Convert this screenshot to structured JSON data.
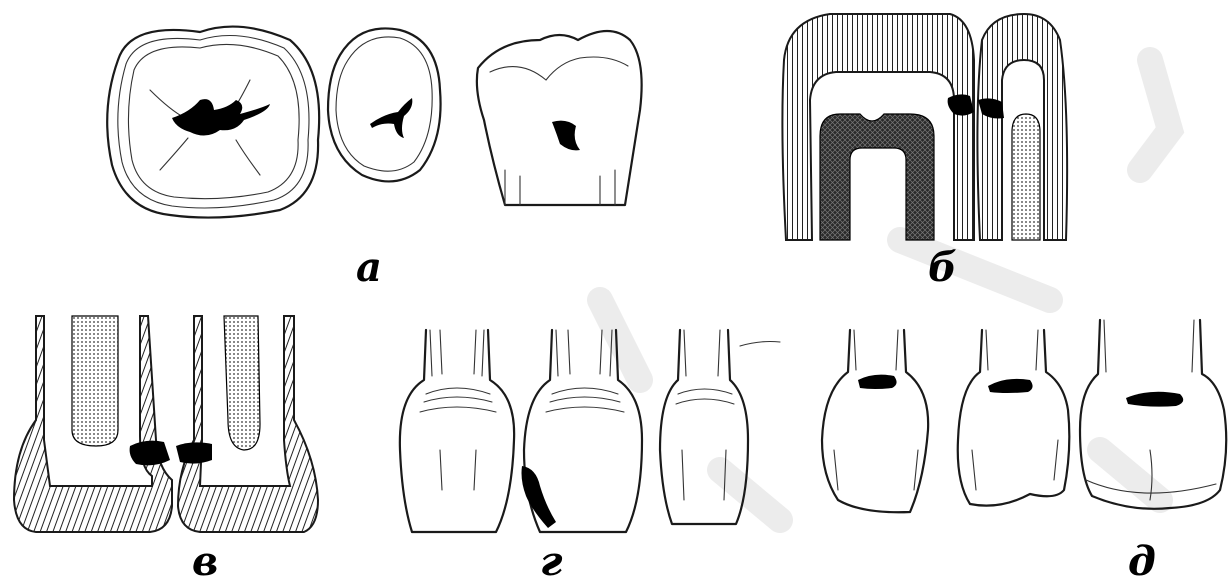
{
  "panels": {
    "a": {
      "label": "а"
    },
    "b": {
      "label": "б"
    },
    "v": {
      "label": "в"
    },
    "g": {
      "label": "г"
    },
    "d": {
      "label": "д"
    }
  }
}
